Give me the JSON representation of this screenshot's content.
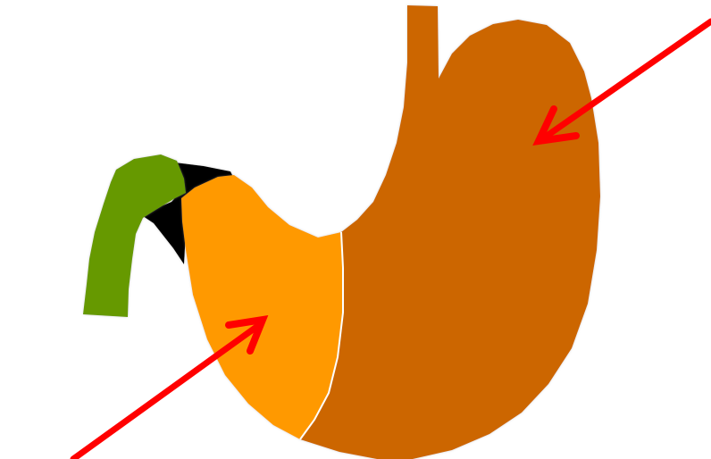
{
  "diagram": {
    "subject": "stomach",
    "regions": [
      {
        "id": "esophagus",
        "color": "#CC6600"
      },
      {
        "id": "fundus-body",
        "color": "#CC6600"
      },
      {
        "id": "pyloric-antrum",
        "color": "#FF9900"
      },
      {
        "id": "pylorus",
        "color": "#000000"
      },
      {
        "id": "duodenum",
        "color": "#669900"
      }
    ],
    "arrows": [
      {
        "id": "arrow-to-body",
        "color": "#FF0000"
      },
      {
        "id": "arrow-to-antrum",
        "color": "#FF0000"
      }
    ]
  }
}
